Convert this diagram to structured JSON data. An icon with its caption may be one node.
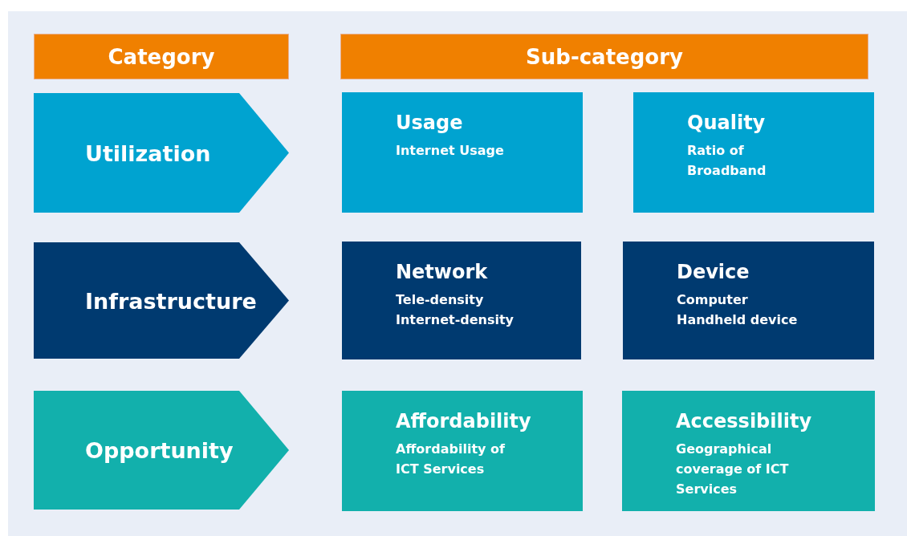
{
  "diagram": {
    "nodes": [
      {
        "text": [
          "Category"
        ]
      },
      {
        "text": [
          "Sub-category"
        ]
      },
      {
        "text": [
          "Utilization"
        ]
      },
      {
        "text": [
          "Usage",
          "Internet Usage"
        ]
      },
      {
        "text": [
          "Quality",
          "Ratio of Broadband"
        ]
      },
      {
        "text": [
          "Infrastructure"
        ]
      },
      {
        "text": [
          "Network",
          "Tele-density",
          "Internet-density"
        ]
      },
      {
        "text": [
          "Device",
          "Computer",
          "Handheld device"
        ]
      },
      {
        "text": [
          "Opportunity"
        ]
      },
      {
        "text": [
          "Affordability",
          "Affordability of ICT Services"
        ]
      },
      {
        "text": [
          "Accessibility",
          "Geographical coverage of ICT Services"
        ]
      }
    ]
  }
}
